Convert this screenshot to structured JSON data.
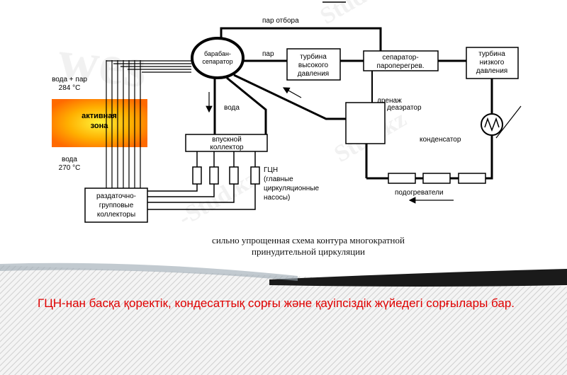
{
  "watermark": {
    "text1": "Stud.kz",
    "text2": "-Stud.kz"
  },
  "diagram": {
    "labels": {
      "steam_extraction": "пар отбора",
      "drum_line1": "барабан-",
      "drum_line2": "сепаратор",
      "steam": "пар",
      "hp_turbine_line1": "турбина",
      "hp_turbine_line2": "высокого",
      "hp_turbine_line3": "давления",
      "separator_line1": "сепаратор-",
      "separator_line2": "пароперегрев.",
      "lp_turbine_line1": "турбина",
      "lp_turbine_line2": "низкого",
      "lp_turbine_line3": "давления",
      "water_steam_line1": "вода + пар",
      "water_steam_line2": "284 °С",
      "active_zone_line1": "активная",
      "active_zone_line2": "зона",
      "water": "вода",
      "drainage": "дренаж",
      "deaerator": "деаэратор",
      "condenser": "конденсатор",
      "inlet_collector_line1": "впускной",
      "inlet_collector_line2": "коллектор",
      "water_in_line1": "вода",
      "water_in_line2": "270 °С",
      "pumps_line1": "ГЦН",
      "pumps_line2": "(главные",
      "pumps_line3": "циркуляционные",
      "pumps_line4": "насосы)",
      "distribution_line1": "раздаточно-",
      "distribution_line2": "групповые",
      "distribution_line3": "коллекторы",
      "heaters": "подогреватели"
    },
    "caption_line1": "сильно упрощенная схема контура многократной",
    "caption_line2": "принудительной циркуляции"
  },
  "body_text": "ГЦН-нан басқа қоректік, кондесаттық сорғы және қауіпсіздік жүйедегі сорғылары бар.",
  "colors": {
    "text_red": "#e00000",
    "band_dark": "#1a1a1a",
    "zone_orange": "#ff7a00",
    "zone_yellow": "#fff23a"
  }
}
